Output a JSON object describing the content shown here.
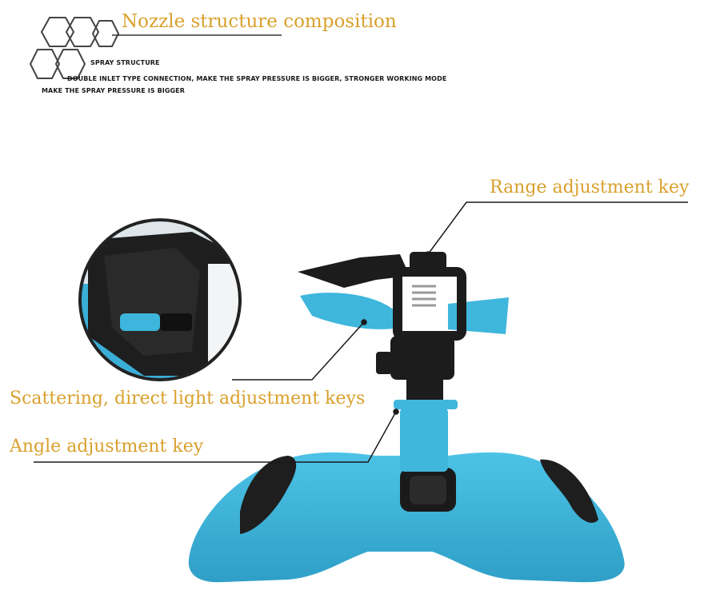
{
  "header": {
    "title": "Nozzle structure composition",
    "lines": [
      "SPRAY STRUCTURE",
      "DOUBLE INLET TYPE CONNECTION, MAKE THE SPRAY PRESSURE IS BIGGER, STRONGER WORKING MODE",
      "MAKE THE SPRAY PRESSURE IS BIGGER"
    ]
  },
  "callouts": {
    "range": "Range adjustment key",
    "scatter": "Scattering, direct light adjustment keys",
    "angle": "Angle adjustment key"
  },
  "colors": {
    "accent_text": "#d9a02c",
    "sprinkler_blue": "#3fb6dc",
    "sprinkler_black": "#1c1c1c"
  }
}
